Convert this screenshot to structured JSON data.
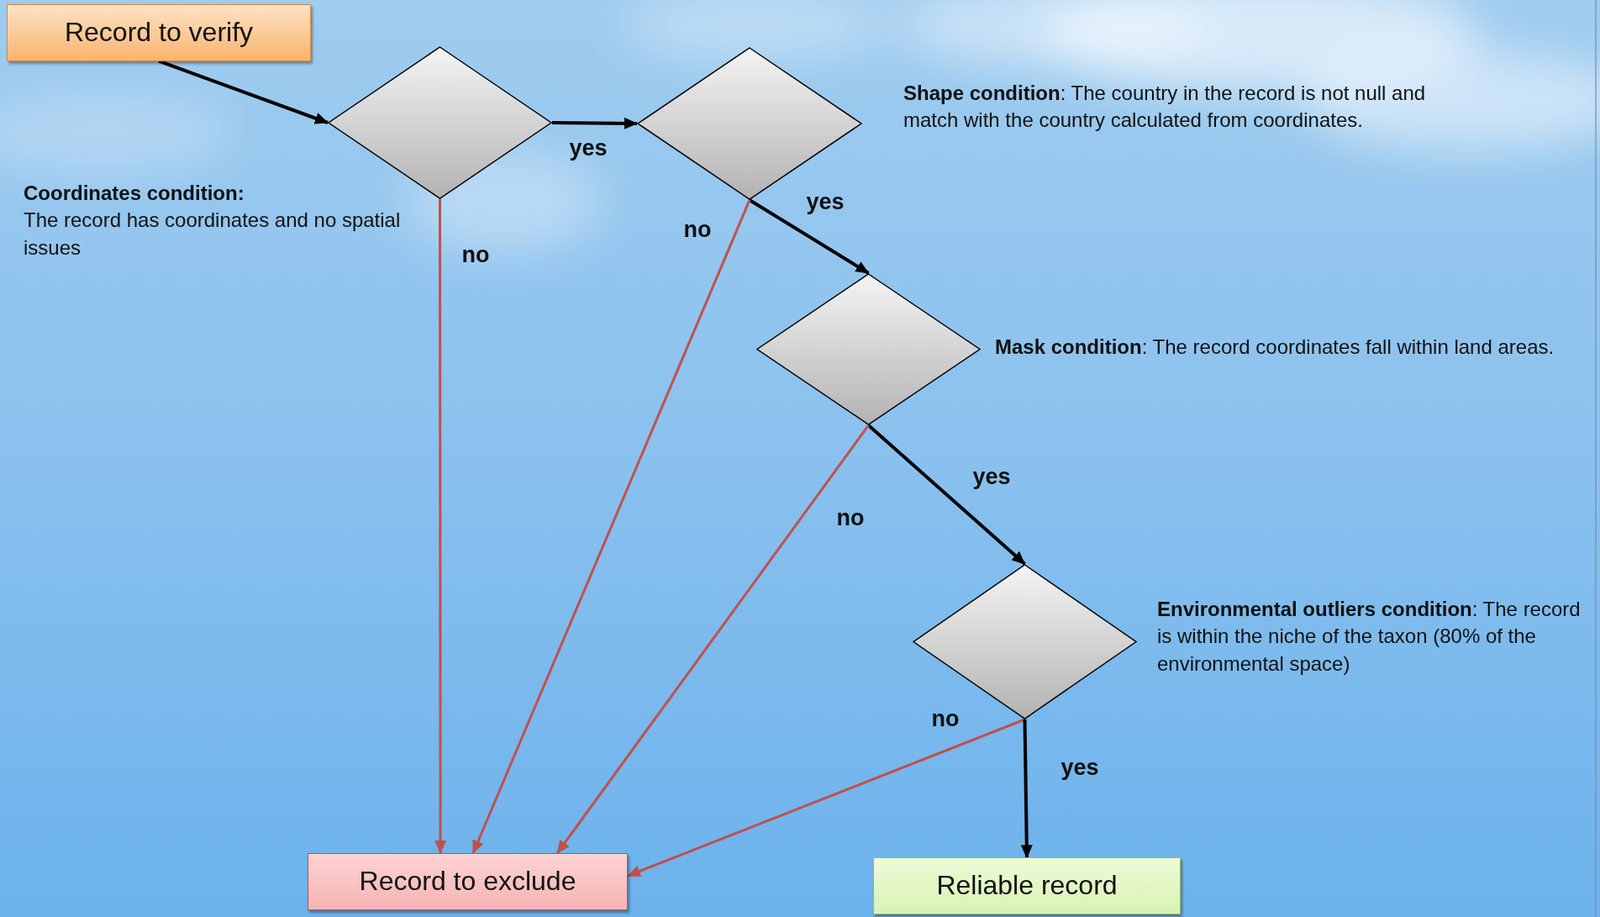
{
  "diagram": {
    "nodes": [
      {
        "text": [
          "Record to verify"
        ]
      },
      {
        "text": [
          "Coordinates condition:",
          "The record has coordinates and no spatial issues"
        ]
      },
      {
        "text": [
          "Shape condition",
          ": The country in the record is not null and match with the country calculated from coordinates."
        ]
      },
      {
        "text": [
          "Mask condition",
          ": The record coordinates fall within land areas."
        ]
      },
      {
        "text": [
          "Environmental outliers condition",
          ": The record is within the niche of the taxon (80% of the environmental space)"
        ]
      },
      {
        "text": [
          "Record to exclude"
        ]
      },
      {
        "text": [
          "Reliable record"
        ]
      }
    ],
    "edges": [
      {
        "from": 0,
        "to": 1,
        "arrow": "to"
      },
      {
        "from": 1,
        "to": 2,
        "label": "yes",
        "arrow": "to"
      },
      {
        "from": 1,
        "to": 5,
        "label": "no",
        "arrow": "to"
      },
      {
        "from": 2,
        "to": 3,
        "label": "yes",
        "arrow": "to"
      },
      {
        "from": 2,
        "to": 5,
        "label": "no",
        "arrow": "to"
      },
      {
        "from": 3,
        "to": 4,
        "label": "yes",
        "arrow": "to"
      },
      {
        "from": 3,
        "to": 5,
        "label": "no",
        "arrow": "to"
      },
      {
        "from": 4,
        "to": 5,
        "label": "no",
        "arrow": "to"
      },
      {
        "from": 4,
        "to": 6,
        "label": "yes",
        "arrow": "to"
      }
    ]
  }
}
